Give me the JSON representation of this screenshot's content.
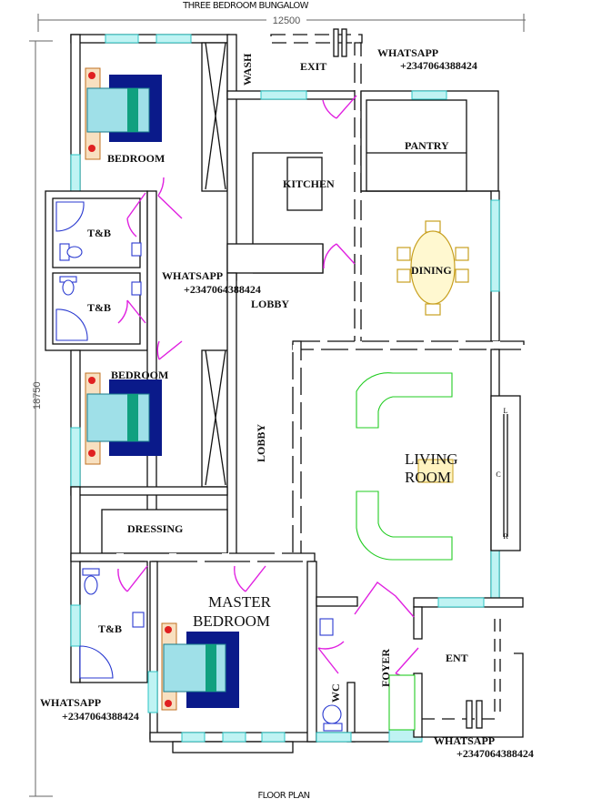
{
  "title": "THREE BEDROOM BUNGALOW",
  "caption": "FLOOR PLAN",
  "dimensions": {
    "width": "12500",
    "height": "18750"
  },
  "rooms": {
    "bedroom1": "BEDROOM",
    "bedroom2": "BEDROOM",
    "tb1": "T&B",
    "tb2": "T&B",
    "tb3": "T&B",
    "wash": "WASH",
    "exit": "EXIT",
    "kitchen": "KITCHEN",
    "pantry": "PANTRY",
    "dining": "DINING",
    "lobby1": "LOBBY",
    "lobby2": "LOBBY",
    "living1": "LIVING",
    "living2": "ROOM",
    "dressing": "DRESSING",
    "master1": "MASTER",
    "master2": "BEDROOM",
    "wc": "WC",
    "foyer": "FOYER",
    "ent": "ENT",
    "fireplace": [
      "L",
      "C",
      "R"
    ]
  },
  "contacts": [
    {
      "label": "WHATSAPP",
      "number": "+2347064388424"
    },
    {
      "label": "WHATSAPP",
      "number": "+2347064388424"
    },
    {
      "label": "WHATSAPP",
      "number": "+2347064388424"
    },
    {
      "label": "WHATSAPP",
      "number": "+2347064388424"
    }
  ],
  "colors": {
    "window": "#2bc4c4",
    "door": "#e020e0",
    "sofa": "#22cc22",
    "bed": "#0a1a8a",
    "dining": "#c8a020"
  }
}
